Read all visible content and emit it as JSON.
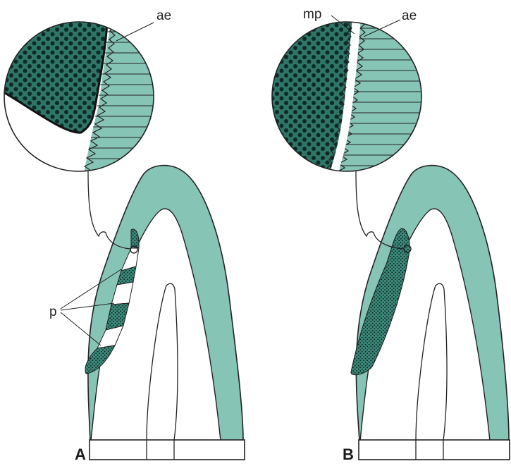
{
  "colors": {
    "enamel_teal": "#86c4b5",
    "material_dark": "#2f7668",
    "dot": "#0d2a24",
    "outline": "#222222",
    "background": "#ffffff"
  },
  "panel_a": {
    "letter": "A",
    "label_ae": "ae",
    "label_p": "p"
  },
  "panel_b": {
    "letter": "B",
    "label_mp": "mp",
    "label_ae": "ae"
  }
}
